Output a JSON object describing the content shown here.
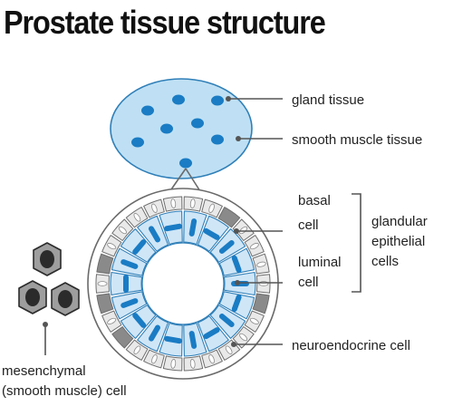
{
  "title": "Prostate tissue structure",
  "labels": {
    "gland_tissue": "gland tissue",
    "smooth_muscle_tissue": "smooth muscle tissue",
    "basal_cell": [
      "basal",
      "cell"
    ],
    "luminal_cell": [
      "luminal",
      "cell"
    ],
    "glandular_epithelial_cells": [
      "glandular",
      "epithelial",
      "cells"
    ],
    "neuroendocrine_cell": "neuroendocrine cell",
    "mesenchymal_cell": [
      "mesenchymal",
      "(smooth muscle) cell"
    ]
  },
  "colors": {
    "tissue_fill": "#bfe0f4",
    "tissue_stroke": "#2f7fb8",
    "nucleus_blue": "#1a7cc4",
    "luminal_fill": "#cfe6f7",
    "basal_fill": "#e9e9e9",
    "neuroendocrine_fill": "#8a8a8a",
    "mesenchymal_fill": "#9e9e9e",
    "mesenchymal_nucleus": "#2b2b2b",
    "leader_line": "#555555"
  }
}
